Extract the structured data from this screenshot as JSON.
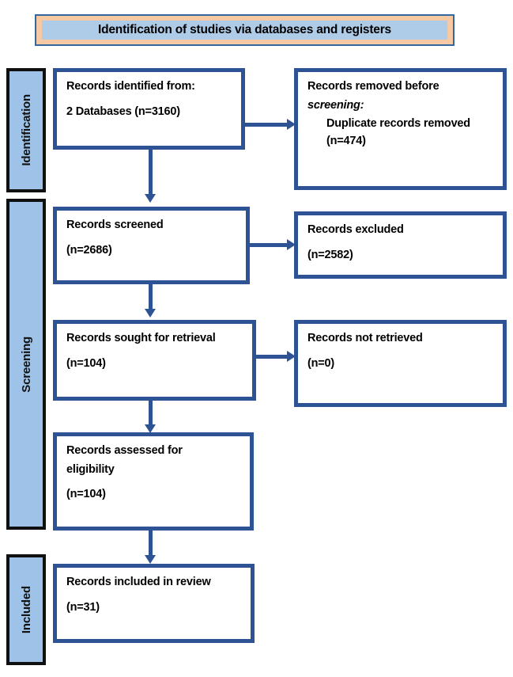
{
  "banner": {
    "title": "Identification of studies via databases and registers",
    "border_color": "#31689E",
    "band_color": "#F6C9A4",
    "fill_color": "#AECBE8"
  },
  "theme": {
    "box_border_color": "#2E5395",
    "connector_color": "#2E5395",
    "stage_fill_color": "#9FC3E8",
    "stage_border_color": "#101010",
    "page_background": "#FFFFFF"
  },
  "stages": [
    {
      "id": "identification",
      "label": "Identification"
    },
    {
      "id": "screening",
      "label": "Screening"
    },
    {
      "id": "included",
      "label": "Included"
    }
  ],
  "boxes": {
    "identified": {
      "line1": "Records identified from:",
      "line2": "2 Databases (n=3160)"
    },
    "removed": {
      "line1": "Records removed before",
      "line2": "screening:",
      "line3": "Duplicate records removed",
      "line4": "(n=474)"
    },
    "screened": {
      "line1": "Records screened",
      "line2": "(n=2686)"
    },
    "excluded": {
      "line1": "Records excluded",
      "line2": "(n=2582)"
    },
    "sought": {
      "line1": "Records sought for retrieval",
      "line2": "(n=104)"
    },
    "not_retrieved": {
      "line1": "Records not retrieved",
      "line2": "(n=0)"
    },
    "assessed": {
      "line1": "Records assessed for",
      "line2": "eligibility",
      "line3": "(n=104)"
    },
    "included": {
      "line1": "Records included in review",
      "line2": "(n=31)"
    }
  },
  "flow_data": {
    "type": "prisma-flow-diagram",
    "title": "Identification of studies via databases and registers",
    "nodes": [
      {
        "key": "identified",
        "stage": "Identification",
        "side": "left",
        "label": "Records identified from: 2 Databases",
        "n": 3160
      },
      {
        "key": "removed",
        "stage": "Identification",
        "side": "right",
        "label": "Records removed before screening: Duplicate records removed",
        "n": 474
      },
      {
        "key": "screened",
        "stage": "Screening",
        "side": "left",
        "label": "Records screened",
        "n": 2686
      },
      {
        "key": "excluded",
        "stage": "Screening",
        "side": "right",
        "label": "Records excluded",
        "n": 2582
      },
      {
        "key": "sought",
        "stage": "Screening",
        "side": "left",
        "label": "Records sought for retrieval",
        "n": 104
      },
      {
        "key": "not_retrieved",
        "stage": "Screening",
        "side": "right",
        "label": "Records not retrieved",
        "n": 0
      },
      {
        "key": "assessed",
        "stage": "Screening",
        "side": "left",
        "label": "Records assessed for eligibility",
        "n": 104
      },
      {
        "key": "included",
        "stage": "Included",
        "side": "left",
        "label": "Records included in review",
        "n": 31
      }
    ],
    "edges": [
      {
        "from": "identified",
        "to": "removed",
        "direction": "right"
      },
      {
        "from": "identified",
        "to": "screened",
        "direction": "down"
      },
      {
        "from": "screened",
        "to": "excluded",
        "direction": "right"
      },
      {
        "from": "screened",
        "to": "sought",
        "direction": "down"
      },
      {
        "from": "sought",
        "to": "not_retrieved",
        "direction": "right"
      },
      {
        "from": "sought",
        "to": "assessed",
        "direction": "down"
      },
      {
        "from": "assessed",
        "to": "included",
        "direction": "down"
      }
    ]
  }
}
